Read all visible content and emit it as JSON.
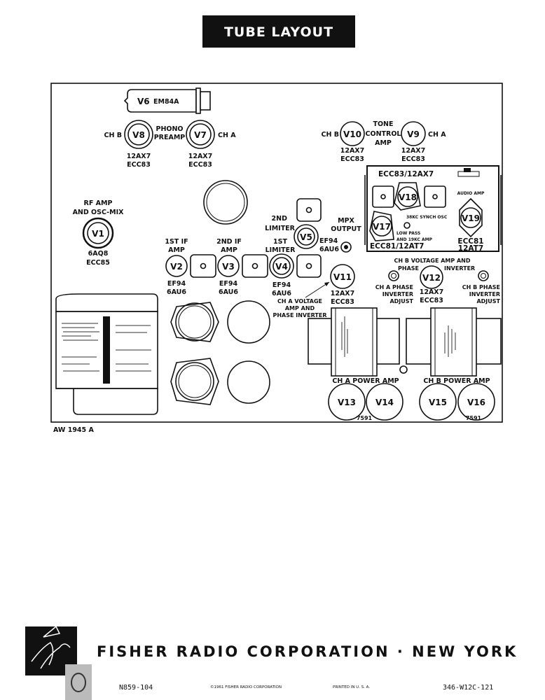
{
  "title": "TUBE LAYOUT",
  "drawing_number": "AW 1945 A",
  "tubes": {
    "v6": {
      "id": "V6",
      "type": "EM84A"
    },
    "v8": {
      "id": "V8",
      "side": "CH B",
      "t1": "12AX7",
      "t2": "ECC83"
    },
    "v7": {
      "id": "V7",
      "side": "CH A",
      "t1": "12AX7",
      "t2": "ECC83"
    },
    "phono": [
      "PHONO",
      "PREAMP"
    ],
    "v10": {
      "id": "V10",
      "side": "CH B",
      "t1": "12AX7",
      "t2": "ECC83"
    },
    "v9": {
      "id": "V9",
      "side": "CH A",
      "t1": "12AX7",
      "t2": "ECC83"
    },
    "tone": [
      "TONE",
      "CONTROL",
      "AMP"
    ],
    "v1": {
      "id": "V1",
      "l1": "RF  AMP",
      "l2": "AND  OSC-MIX",
      "t1": "6AQ8",
      "t2": "ECC85"
    },
    "v2": {
      "id": "V2",
      "l1": "1ST  IF",
      "l2": "AMP",
      "t1": "EF94",
      "t2": "6AU6"
    },
    "v3": {
      "id": "V3",
      "l1": "2ND  IF",
      "l2": "AMP",
      "t1": "EF94",
      "t2": "6AU6"
    },
    "v4": {
      "id": "V4",
      "l1": "1ST",
      "l2": "LIMITER",
      "t1": "EF94",
      "t2": "6AU6"
    },
    "v5": {
      "id": "V5",
      "l1": "2ND",
      "l2": "LIMITER",
      "t1": "EF94",
      "t2": "6AU6"
    },
    "mpx": [
      "MPX",
      "OUTPUT"
    ],
    "v11": {
      "id": "V11",
      "t1": "12AX7",
      "t2": "ECC83",
      "l1": "CH  A  VOLTAGE",
      "l2": "AMP  AND",
      "l3": "PHASE  INVERTER"
    },
    "multiplex": {
      "top": "ECC83/12AX7",
      "v18": "V18",
      "v17": "V17",
      "v19": "V19",
      "synch": "38KC  SYNCH  OSC",
      "lp1": "LOW  PASS",
      "lp2": "AND  19KC  AMP",
      "bottom": "ECC81/12AT7",
      "audio": "AUDIO AMP",
      "v19t1": "ECC81",
      "v19t2": "12AT7"
    },
    "v12": {
      "id": "V12",
      "t1": "12AX7",
      "t2": "ECC83",
      "l1": "CH  B  VOLTAGE  AMP  AND",
      "l2": "PHASE",
      "l3": "INVERTER"
    },
    "cha_adj": [
      "CH  A  PHASE",
      "INVERTER",
      "ADJUST"
    ],
    "chb_adj": [
      "CH   B   PHASE",
      "INVERTER",
      "ADJUST"
    ],
    "cha_power": "CH  A   POWER   AMP",
    "chb_power": "CH  B   POWER   AMP",
    "v13": "V13",
    "v14": "V14",
    "v15": "V15",
    "v16": "V16",
    "power_type_a": "7591",
    "power_type_b": "7591"
  },
  "footer": {
    "company": "FISHER  RADIO  CORPORATION  ·  NEW  YORK",
    "code_left": "N859-104",
    "copyright": "©1961 FISHER RADIO CORPORATION",
    "printed": "PRINTED IN U. S. A.",
    "code_right": "346-W12C-121"
  }
}
